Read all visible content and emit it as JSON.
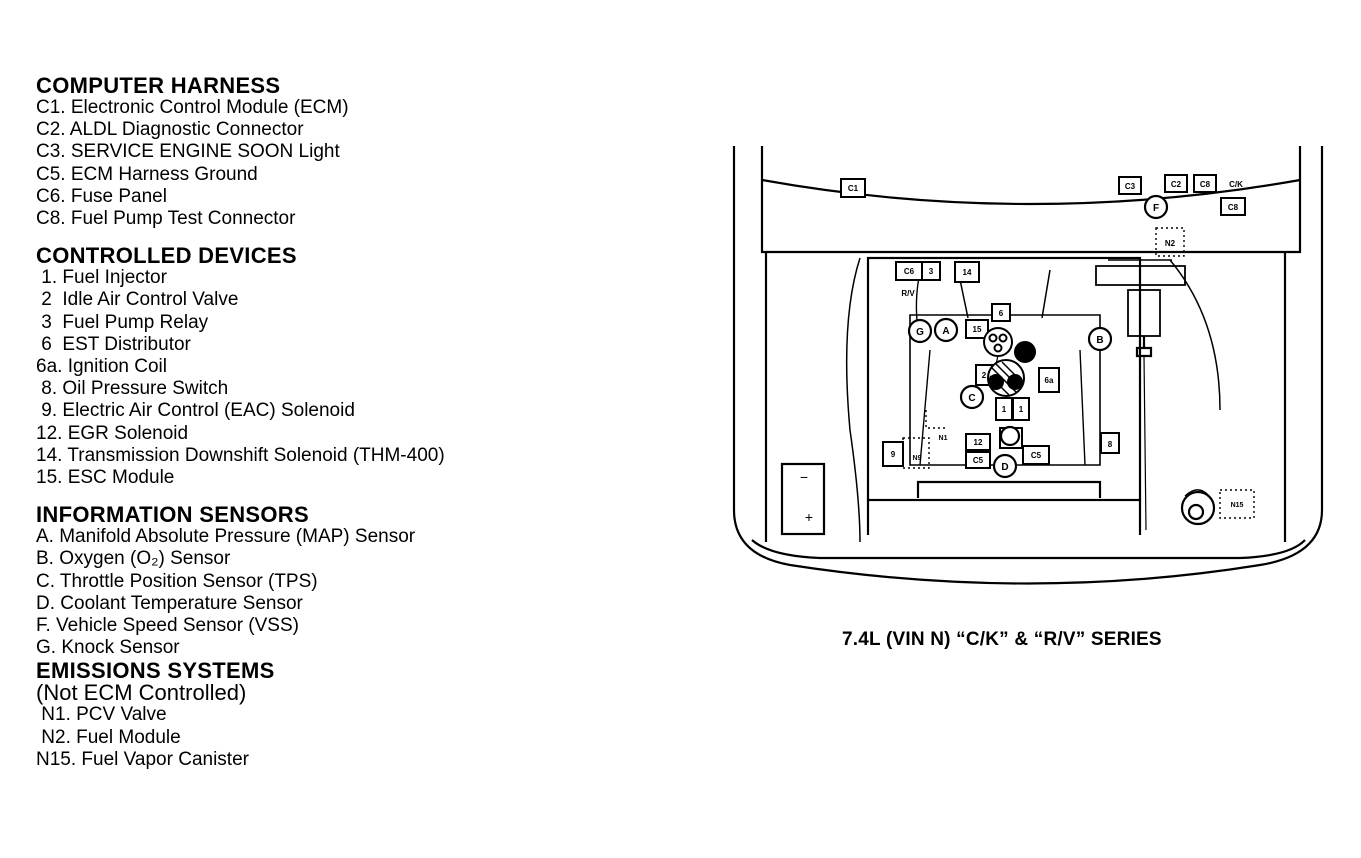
{
  "sections": [
    {
      "title": "COMPUTER HARNESS",
      "items": [
        "C1. Electronic Control Module (ECM)",
        "C2. ALDL Diagnostic Connector",
        "C3. SERVICE ENGINE SOON Light",
        "C5. ECM Harness Ground",
        "C6. Fuse Panel",
        "C8. Fuel Pump Test Connector"
      ]
    },
    {
      "title": "CONTROLLED DEVICES",
      "items": [
        " 1. Fuel Injector",
        " 2  Idle Air Control Valve",
        " 3  Fuel Pump Relay",
        " 6  EST Distributor",
        "6a. Ignition Coil",
        " 8. Oil Pressure Switch",
        " 9. Electric Air Control (EAC) Solenoid",
        "12. EGR Solenoid",
        "14. Transmission Downshift Solenoid (THM-400)",
        "15. ESC Module"
      ]
    },
    {
      "title": "INFORMATION SENSORS",
      "items": [
        "A. Manifold Absolute Pressure (MAP) Sensor",
        "B. Oxygen (O₂) Sensor",
        "C. Throttle Position Sensor (TPS)",
        "D. Coolant Temperature Sensor",
        "F. Vehicle Speed Sensor (VSS)",
        "G. Knock Sensor"
      ]
    },
    {
      "title": "EMISSIONS SYSTEMS",
      "subtitle": "(Not ECM Controlled)",
      "items": [
        " N1. PCV Valve",
        " N2. Fuel Module",
        "N15. Fuel Vapor Canister"
      ]
    }
  ],
  "caption": "7.4L (VIN N) “C/K” & “R/V” SERIES",
  "diagram_labels": {
    "C1": "C1",
    "C3": "C3",
    "C2": "C2",
    "C8": "C8",
    "CK": "C/K",
    "C8b": "C8",
    "F": "F",
    "N2": "N2",
    "C6": "C6",
    "r3": "3",
    "r14": "14",
    "RV": "R/V",
    "G": "G",
    "A": "A",
    "B": "B",
    "C": "C",
    "D": "D",
    "box15": "15",
    "box6": "6",
    "box2": "2",
    "box6a": "6a",
    "inj1a": "1",
    "inj1b": "1",
    "box12": "12",
    "C5a": "C5",
    "C5b": "C5",
    "box9": "9",
    "N9": "N9",
    "N1": "N1",
    "box8": "8",
    "N15": "N15",
    "minus": "−",
    "plus": "+"
  }
}
